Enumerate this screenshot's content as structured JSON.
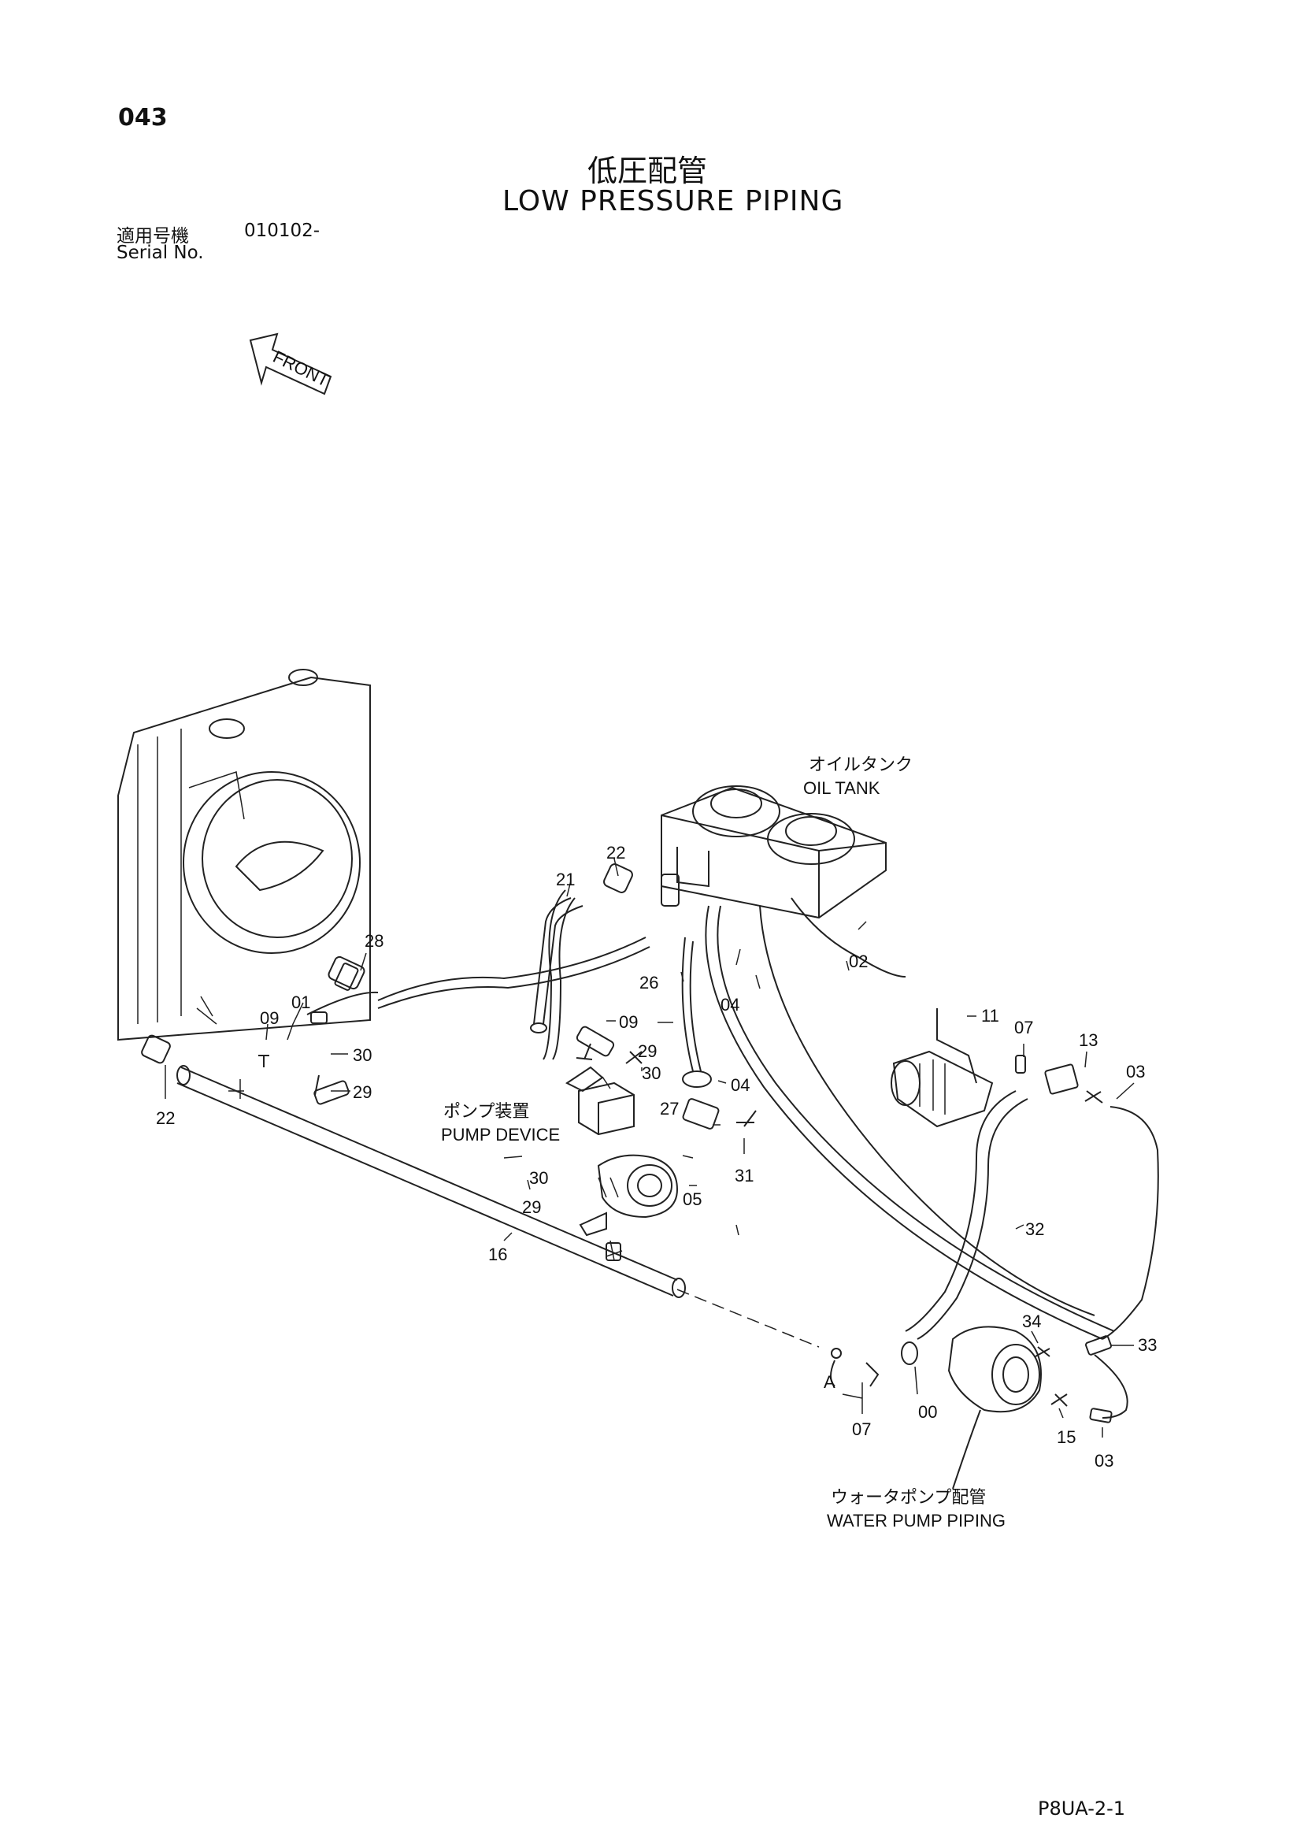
{
  "header": {
    "page_number": "043",
    "title_jp": "低圧配管",
    "title_en": "LOW PRESSURE PIPING",
    "serial_label_jp": "適用号機",
    "serial_value": "010102-",
    "serial_label_en": "Serial No."
  },
  "front_label": "FRONT",
  "labels": {
    "oil_tank_jp": "オイルタンク",
    "oil_tank_en": "OIL TANK",
    "pump_device_jp": "ポンプ装置",
    "pump_device_en": "PUMP DEVICE",
    "water_pump_jp": "ウォータポンプ配管",
    "water_pump_en": "WATER PUMP PIPING"
  },
  "callouts": [
    "00",
    "01",
    "02",
    "03",
    "03",
    "04",
    "04",
    "05",
    "07",
    "07",
    "09",
    "09",
    "11",
    "13",
    "15",
    "16",
    "21",
    "22",
    "22",
    "26",
    "27",
    "28",
    "29",
    "29",
    "29",
    "30",
    "30",
    "30",
    "31",
    "32",
    "33",
    "34"
  ],
  "connector_label": "A",
  "footer": {
    "code": "P8UA-2-1"
  }
}
